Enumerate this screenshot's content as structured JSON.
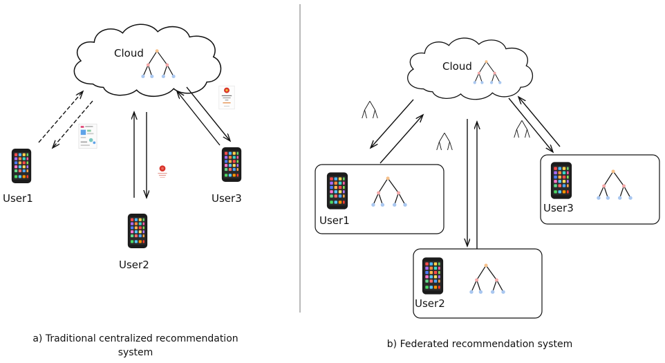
{
  "left_panel": {
    "cloud_label": "Cloud",
    "users": [
      "User1",
      "User2",
      "User3"
    ],
    "caption_line1": "a) Traditional centralized recommendation",
    "caption_line2": "system"
  },
  "right_panel": {
    "cloud_label": "Cloud",
    "users": [
      "User1",
      "User2",
      "User3"
    ],
    "caption": "b) Federated recommendation system"
  },
  "colors": {
    "line": "#111111",
    "tree_node_top": "#f6c08a",
    "tree_node_mid": "#f3a6a6",
    "tree_node_leaf": "#a9c7f0",
    "divider": "#8a8a8a"
  },
  "icons": {
    "phone": "smartphone-icon",
    "tree": "model-tree-icon",
    "data": "data-document-icon",
    "cloud": "cloud-icon"
  }
}
